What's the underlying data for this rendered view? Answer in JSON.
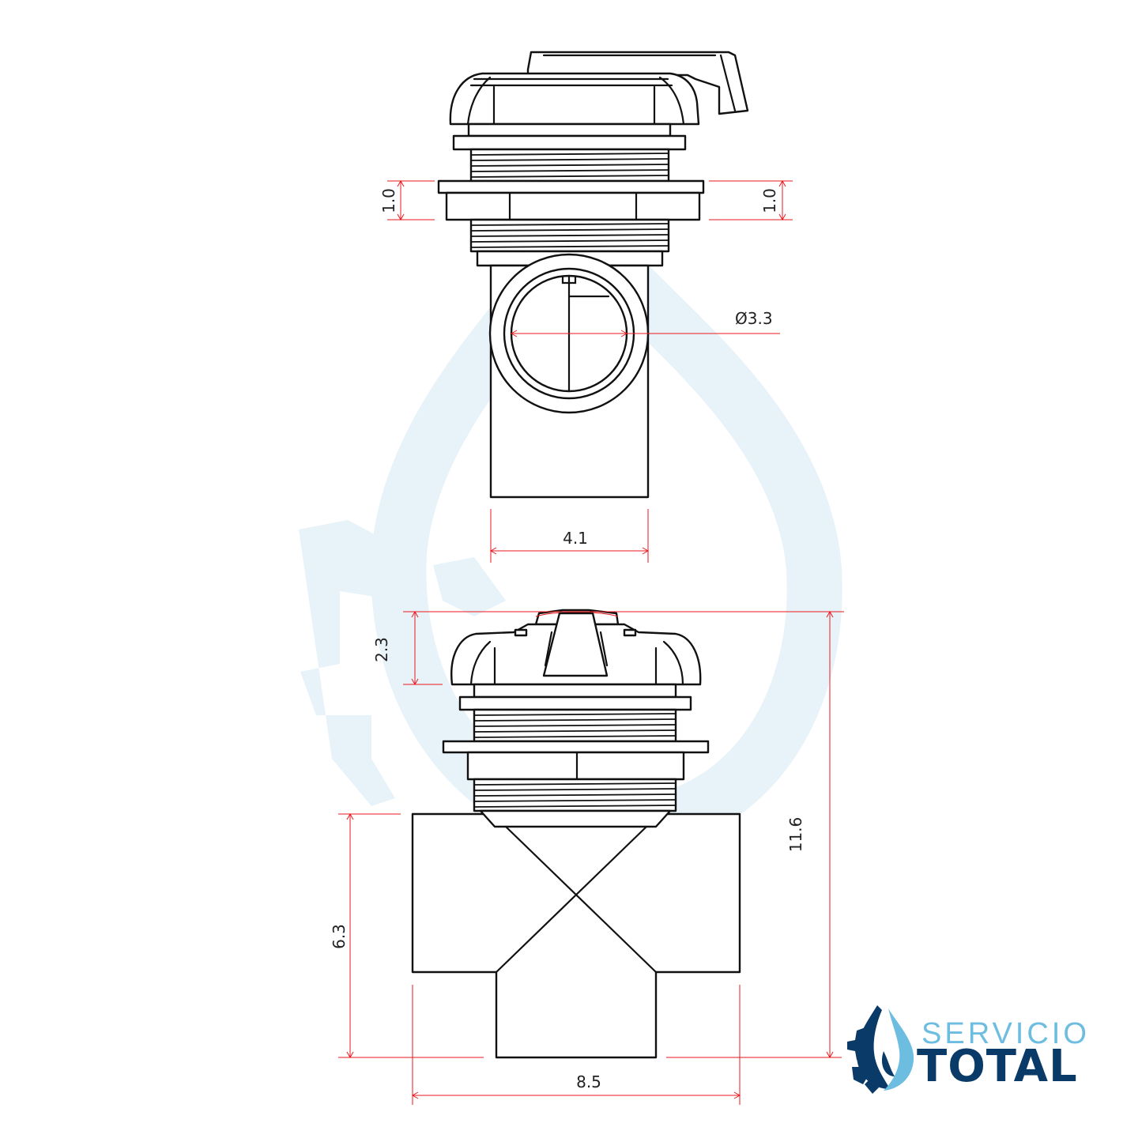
{
  "dimensions": {
    "flange_height_left": "1.0",
    "flange_height_right": "1.0",
    "port_diameter": "Ø3.3",
    "body_width_top": "4.1",
    "cap_height": "2.3",
    "overall_height": "11.6",
    "tee_height": "6.3",
    "tee_width": "8.5"
  },
  "logo": {
    "line1": "SERVICIO",
    "line2": "TOTAL",
    "color_light": "#6cbde0",
    "color_dark": "#0a3b68"
  },
  "colors": {
    "dimension_lines": "#e8191f",
    "outline": "#111111",
    "watermark": "#e7f3f9"
  },
  "icons": [
    "water-drop-gear-logo-icon",
    "watermark-drop-gear-icon"
  ]
}
